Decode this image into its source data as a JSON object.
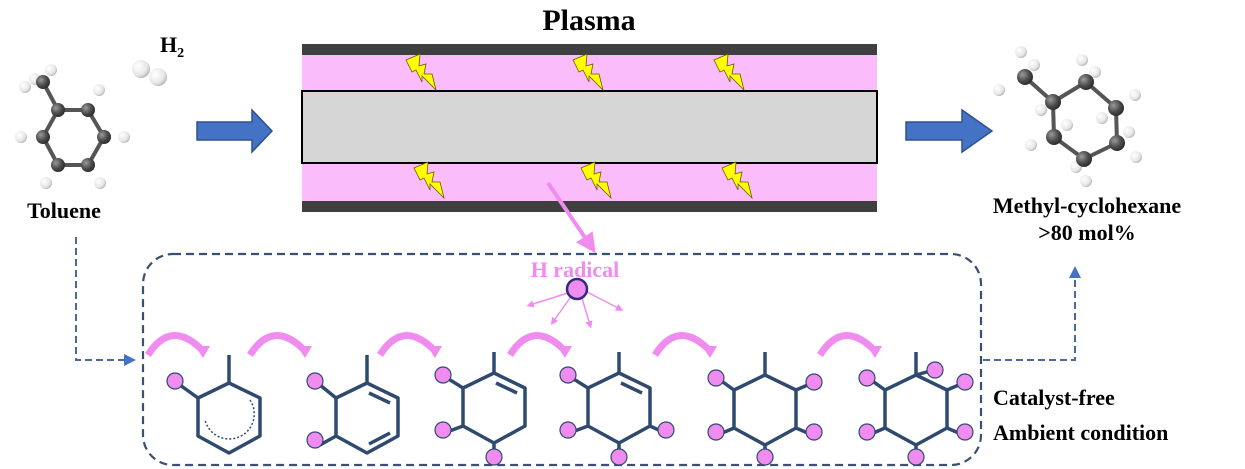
{
  "title": "Plasma",
  "reactant": {
    "name": "Toluene",
    "co_reactant": "H",
    "co_reactant_sub": "2"
  },
  "product": {
    "name": "Methyl-cyclohexane",
    "yield": ">80 mol%"
  },
  "radical_label": "H radical",
  "conditions": [
    "Catalyst-free",
    "Ambient condition"
  ],
  "colors": {
    "electrode": "#3f3f3f",
    "plasma": "#fbbcfb",
    "dielectric": "#d6d6d6",
    "arrow_blue": "#4472c4",
    "radical": "#f08cf0",
    "bond": "#2f4a6e",
    "bolt": "#ffff00"
  },
  "icons": {
    "bolt": "lightning-bolt-icon",
    "process_arrow": "block-arrow-right-icon",
    "h_atom": "hydrogen-radical-icon"
  }
}
